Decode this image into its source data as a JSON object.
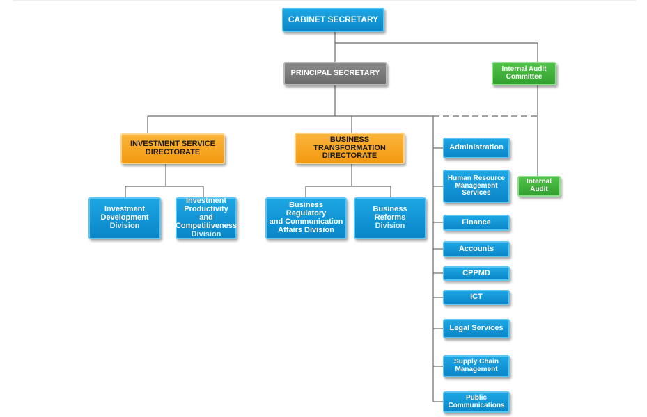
{
  "top": {
    "cabinet": "CABINET SECRETARY",
    "principal": "PRINCIPAL SECRETARY"
  },
  "audit": {
    "committee": [
      "Internal Audit",
      "Committee"
    ],
    "internal": [
      "Internal",
      "Audit"
    ]
  },
  "directorates": {
    "investment": [
      "INVESTMENT SERVICE",
      "DIRECTORATE"
    ],
    "business": [
      "BUSINESS",
      "TRANSFORMATION",
      "DIRECTORATE"
    ]
  },
  "divisions": {
    "inv_dev": [
      "Investment",
      "Development",
      "Division"
    ],
    "inv_prod": [
      "Investment",
      "Productivity and",
      "Competitiveness",
      "Division"
    ],
    "bus_reg": [
      "Business Regulatory",
      "and Communication",
      "Affairs Division"
    ],
    "bus_ref": [
      "Business Reforms",
      "Division"
    ]
  },
  "services": [
    [
      "Administration"
    ],
    [
      "Human Resource",
      "Management",
      "Services"
    ],
    [
      "Finance"
    ],
    [
      "Accounts"
    ],
    [
      "CPPMD"
    ],
    [
      "ICT"
    ],
    [
      "Legal Services"
    ],
    [
      "Supply Chain",
      "Management"
    ],
    [
      "Public",
      "Communications"
    ]
  ],
  "colors": {
    "blue": "#1396d6",
    "grey": "#7a7a7a",
    "green": "#40b23a",
    "orange": "#f7a724",
    "line": "#6b6b6b"
  }
}
